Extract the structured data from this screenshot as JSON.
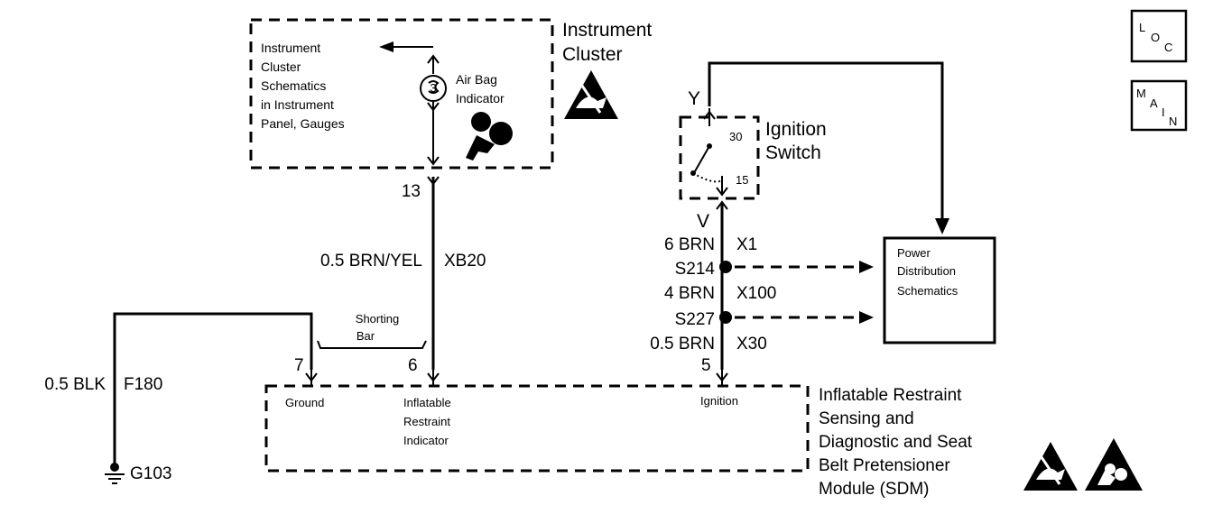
{
  "instrument_cluster": {
    "title_line1": "Instrument",
    "title_line2": "Cluster",
    "schematics_ref": [
      "Instrument",
      "Cluster",
      "Schematics",
      "in Instrument",
      "Panel, Gauges"
    ],
    "indicator_label": [
      "Air Bag",
      "Indicator"
    ],
    "indicator_number": "3",
    "pin": "13"
  },
  "ignition_switch": {
    "title_line1": "Ignition",
    "title_line2": "Switch",
    "input_terminal": "Y",
    "output_terminal": "V",
    "pos_30": "30",
    "pos_15": "15"
  },
  "power_distribution": {
    "lines": [
      "Power",
      "Distribution",
      "Schematics"
    ]
  },
  "circuits": {
    "indicator_wire": "0.5 BRN/YEL",
    "indicator_circuit": "XB20",
    "ground_wire": "0.5 BLK",
    "ground_circuit": "F180",
    "ground_point": "G103",
    "ign_wire_1": "6 BRN",
    "ign_circuit_1": "X1",
    "splice_1": "S214",
    "ign_wire_2": "4 BRN",
    "ign_circuit_2": "X100",
    "splice_2": "S227",
    "ign_wire_3": "0.5 BRN",
    "ign_circuit_3": "X30"
  },
  "shorting_bar": [
    "Shorting",
    "Bar"
  ],
  "sdm": {
    "pins": {
      "ground": "7",
      "indicator": "6",
      "ignition": "5"
    },
    "pin_labels": {
      "ground": "Ground",
      "indicator": [
        "Inflatable",
        "Restraint",
        "Indicator"
      ],
      "ignition": "Ignition"
    },
    "title": [
      "Inflatable Restraint",
      "Sensing and",
      "Diagnostic and Seat",
      "Belt Pretensioner",
      "Module (SDM)"
    ]
  },
  "nav_buttons": {
    "loc": [
      "L",
      "O",
      "C"
    ],
    "main": [
      "M",
      "A",
      "I",
      "N"
    ]
  },
  "icons": [
    "esd-warning-icon",
    "airbag-warning-icon",
    "airbag-indicator-icon",
    "ground-symbol-icon"
  ]
}
